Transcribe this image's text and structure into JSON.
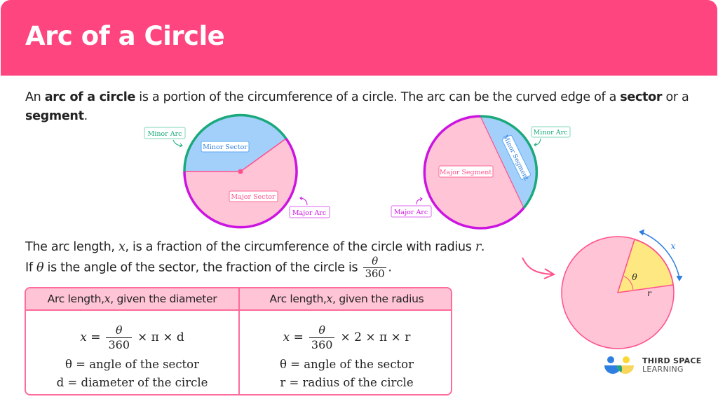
{
  "header": {
    "title": "Arc of a Circle",
    "color": "#ff4580"
  },
  "intro": {
    "t1": "An ",
    "b1": "arc of a circle",
    "t2": " is a portion of the circumference of a circle. The arc can be the curved edge of a ",
    "b2": "sector",
    "t3": " or a ",
    "b3": "segment",
    "t4": "."
  },
  "diagram_sector": {
    "labels": {
      "minor_arc": "Minor Arc",
      "minor_sector": "Minor Sector",
      "major_sector": "Major Sector",
      "major_arc": "Major Arc"
    }
  },
  "diagram_segment": {
    "labels": {
      "minor_arc": "Minor Arc",
      "minor_segment": "Minor Segment",
      "major_segment": "Major Segment",
      "major_arc": "Major Arc"
    }
  },
  "explanation": {
    "line1_a": "The arc length, ",
    "line1_var": "x",
    "line1_b": ", is a fraction of the circumference of the circle with radius ",
    "line1_var2": "r",
    "line1_c": ".",
    "line2_a": "If ",
    "line2_var": "θ",
    "line2_b": " is the angle of the sector, the fraction of the circle is ",
    "frac_num": "θ",
    "frac_den": "360",
    "line2_c": "."
  },
  "arc_diagram": {
    "x_label": "x",
    "theta_label": "θ",
    "r_label": "r"
  },
  "table": {
    "headers": [
      {
        "a": "Arc length, ",
        "var": "x",
        "b": ", given the diameter"
      },
      {
        "a": "Arc length, ",
        "var": "x",
        "b": ", given the radius"
      }
    ],
    "formulas": [
      {
        "lhs": "x =",
        "num": "θ",
        "den": "360",
        "rhs": "× π × d",
        "defs": [
          "θ = angle of the sector",
          "d = diameter of the circle"
        ]
      },
      {
        "lhs": "x =",
        "num": "θ",
        "den": "360",
        "rhs": "× 2 × π × r",
        "defs": [
          "θ = angle of the sector",
          "r = radius of the circle"
        ]
      }
    ]
  },
  "logo": {
    "line1": "THIRD SPACE",
    "line2": "LEARNING"
  },
  "colors": {
    "pink": "#ff4580",
    "light_pink": "#ffc4d6",
    "blue_fill": "#a3d0fb",
    "green_arc": "#19a97b",
    "purple_arc": "#cc14e0",
    "yellow": "#fde882",
    "blue_arrow": "#2f7fe0"
  }
}
